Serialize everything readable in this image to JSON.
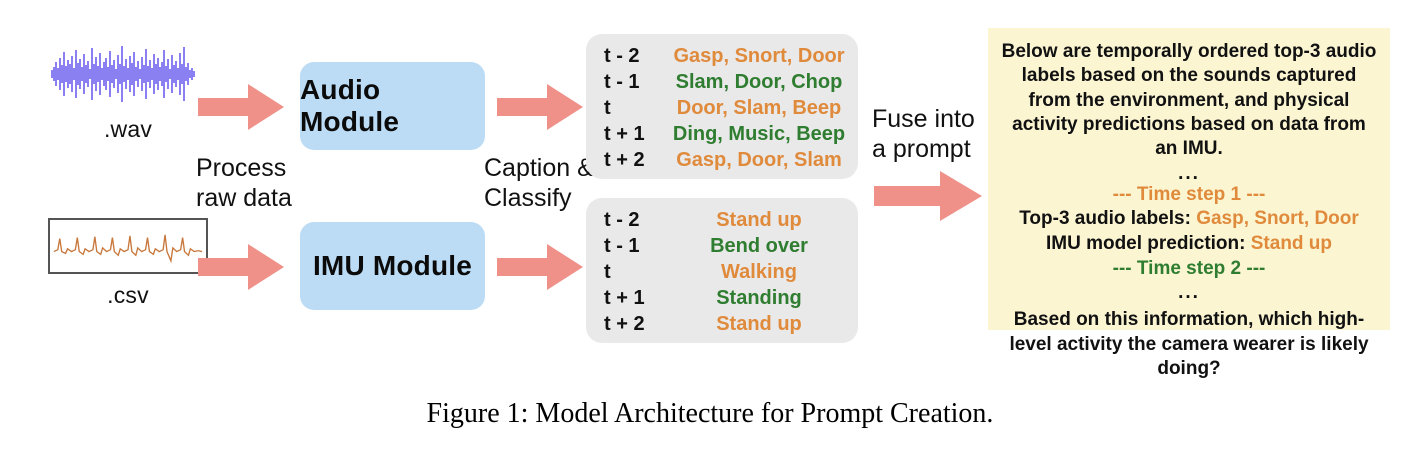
{
  "inputs": {
    "wav": {
      "icon": "audio-waveform",
      "label": ".wav",
      "color": "#1400e6"
    },
    "csv": {
      "icon": "imu-signal-plot",
      "label": ".csv",
      "color": "#c8783c"
    }
  },
  "edges": {
    "process_raw_data": "Process\nraw data",
    "caption_classify": "Caption &\nClassify",
    "fuse_into_prompt": "Fuse into\na prompt",
    "arrow_color": "#ef9189"
  },
  "modules": {
    "audio": {
      "label": "Audio Module",
      "color": "#bcdcf5"
    },
    "imu": {
      "label": "IMU Module",
      "color": "#bcdcf5"
    }
  },
  "audio_panel": {
    "rows": [
      {
        "t": "t - 2",
        "value": "Gasp, Snort, Door",
        "color": "orange"
      },
      {
        "t": "t - 1",
        "value": "Slam, Door, Chop",
        "color": "green"
      },
      {
        "t": "t",
        "value": "Door, Slam, Beep",
        "color": "orange"
      },
      {
        "t": "t + 1",
        "value": "Ding, Music, Beep",
        "color": "green"
      },
      {
        "t": "t + 2",
        "value": "Gasp, Door, Slam",
        "color": "orange"
      }
    ]
  },
  "imu_panel": {
    "rows": [
      {
        "t": "t - 2",
        "value": "Stand up",
        "color": "orange"
      },
      {
        "t": "t - 1",
        "value": "Bend over",
        "color": "green"
      },
      {
        "t": "t",
        "value": "Walking",
        "color": "orange"
      },
      {
        "t": "t + 1",
        "value": "Standing",
        "color": "green"
      },
      {
        "t": "t + 2",
        "value": "Stand up",
        "color": "orange"
      }
    ]
  },
  "prompt": {
    "intro": "Below are temporally ordered top-3 audio labels based on the sounds captured from the environment, and physical activity predictions based on data from an IMU.",
    "ellipsis_1": "...",
    "time_step_1": "--- Time step 1 ---",
    "audio_labels_key": "Top-3 audio labels: ",
    "audio_labels_value": "Gasp, Snort, Door",
    "imu_prediction_key": "IMU model prediction: ",
    "imu_prediction_value": "Stand up",
    "time_step_2": "--- Time step 2 ---",
    "ellipsis_2": "...",
    "question": "Based on this information, which high-level activity the camera wearer is likely doing?",
    "background": "#fbf5d2",
    "accent_orange": "#e08a3c",
    "accent_green": "#2f7d30"
  },
  "caption": "Figure 1: Model Architecture for Prompt Creation."
}
